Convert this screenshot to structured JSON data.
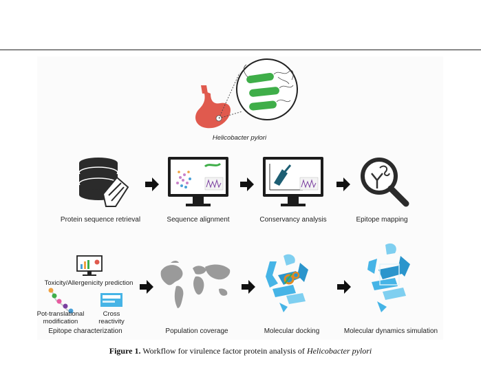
{
  "organism_label": "Helicobacter pylori",
  "steps": {
    "protein_sequence_retrieval": "Protein sequence retrieval",
    "sequence_alignment": "Sequence alignment",
    "conservancy_analysis": "Conservancy analysis",
    "epitope_mapping": "Epitope mapping",
    "toxicity_allergenicity": "Toxicity/Allergenicity prediction",
    "ptm_line1": "Pot-translational",
    "ptm_line2": "modification",
    "cross_line1": "Cross",
    "cross_line2": "reactivity",
    "epitope_characterization": "Epitope characterization",
    "population_coverage": "Population coverage",
    "molecular_docking": "Molecular docking",
    "md_simulation": "Molecular dynamics simulation"
  },
  "caption": {
    "label": "Figure 1.",
    "text": "Workflow for virulence factor protein analysis of",
    "organism": "Helicobacter pylori"
  },
  "colors": {
    "dark": "#2b2b2b",
    "green": "#3fae49",
    "red_stomach": "#e05a4e",
    "protein_blue": "#46b4e6",
    "map_gray": "#9a9a9a"
  }
}
